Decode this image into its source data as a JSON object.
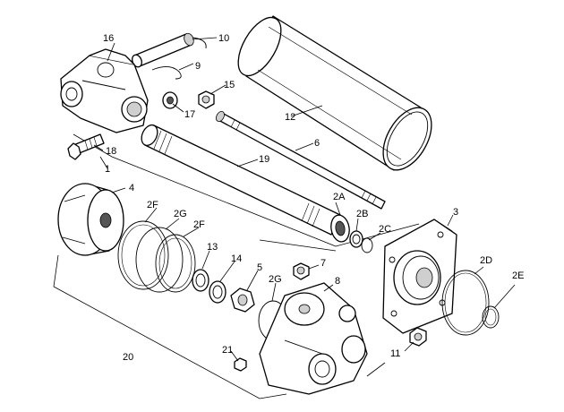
{
  "diagram": {
    "type": "exploded parts diagram",
    "callouts": {
      "c1": "1",
      "c2A": "2A",
      "c2B": "2B",
      "c2C": "2C",
      "c2D": "2D",
      "c2E": "2E",
      "c2F_upper": "2F",
      "c2F_lower": "2F",
      "c2G_upper": "2G",
      "c2G_lower": "2G",
      "c3": "3",
      "c4": "4",
      "c5": "5",
      "c6": "6",
      "c7": "7",
      "c8": "8",
      "c9": "9",
      "c10": "10",
      "c11": "11",
      "c12": "12",
      "c13": "13",
      "c14": "14",
      "c15": "15",
      "c16": "16",
      "c17": "17",
      "c18": "18",
      "c19": "19",
      "c20": "20",
      "c21": "21"
    }
  }
}
